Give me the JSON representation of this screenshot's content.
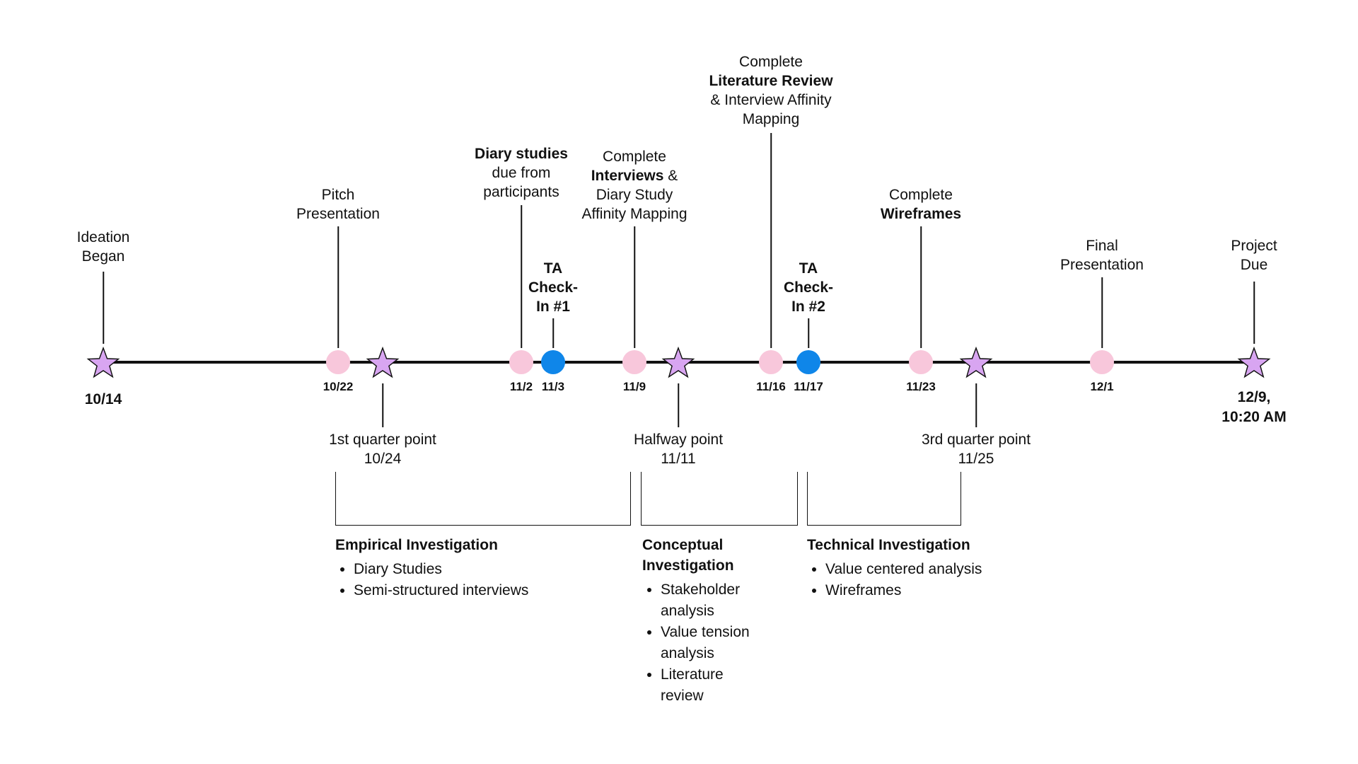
{
  "colors": {
    "pink_circle": "#f8c7db",
    "blue_circle": "#0f86e9",
    "purple_star": "#d8a5f1",
    "line": "#111111"
  },
  "milestones": {
    "ideation": {
      "line1": "Ideation",
      "line2": "Began",
      "date": "10/14"
    },
    "pitch": {
      "line1": "Pitch",
      "line2": "Presentation",
      "date": "10/22"
    },
    "q1": {
      "line1": "1st quarter point",
      "line2": "10/24"
    },
    "diary": {
      "line1": "Diary studies",
      "line2": "due from",
      "line3": "participants",
      "date": "11/2"
    },
    "ta1": {
      "line1": "TA",
      "line2": "Check-",
      "line3": "In #1",
      "date": "11/3"
    },
    "interviews": {
      "line1": "Complete",
      "line2_bold": "Interviews",
      "line2_rest": " &",
      "line3": "Diary Study",
      "line4": "Affinity Mapping",
      "date": "11/9"
    },
    "halfway": {
      "line1": "Halfway point",
      "line2": "11/11"
    },
    "litreview": {
      "line1": "Complete",
      "line2": "Literature Review",
      "line3": "& Interview Affinity",
      "line4": "Mapping",
      "date": "11/16"
    },
    "ta2": {
      "line1": "TA",
      "line2": "Check-",
      "line3": "In #2",
      "date": "11/17"
    },
    "wireframes": {
      "line1": "Complete",
      "line2": "Wireframes",
      "date": "11/23"
    },
    "q3": {
      "line1": "3rd quarter point",
      "line2": "11/25"
    },
    "final": {
      "line1": "Final",
      "line2": "Presentation",
      "date": "12/1"
    },
    "due": {
      "line1": "Project",
      "line2": "Due",
      "date_line1": "12/9,",
      "date_line2": "10:20 AM"
    }
  },
  "phases": {
    "empirical": {
      "title": "Empirical Investigation",
      "bullets": [
        "Diary Studies",
        "Semi-structured interviews"
      ]
    },
    "conceptual": {
      "title_line1": "Conceptual",
      "title_line2": "Investigation",
      "bullets": [
        "Stakeholder analysis",
        "Value tension analysis",
        "Literature review"
      ]
    },
    "technical": {
      "title": "Technical Investigation",
      "bullets": [
        "Value centered analysis",
        "Wireframes"
      ]
    }
  }
}
